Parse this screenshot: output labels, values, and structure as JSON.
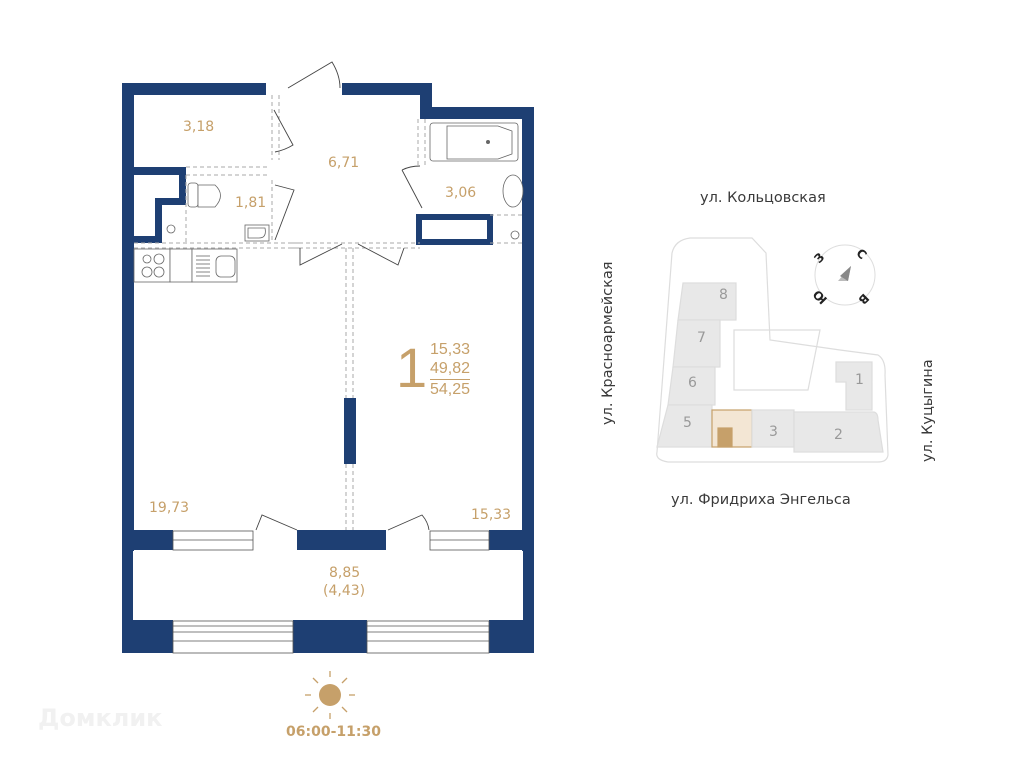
{
  "floor_plan": {
    "rooms": [
      {
        "id": "storage",
        "area": "3,18"
      },
      {
        "id": "hallway",
        "area": "6,71"
      },
      {
        "id": "toilet",
        "area": "1,81"
      },
      {
        "id": "bathroom",
        "area": "3,06"
      },
      {
        "id": "kitchen-living",
        "area": "19,73"
      },
      {
        "id": "bedroom",
        "area": "15,33"
      },
      {
        "id": "balcony",
        "area": "8,85",
        "reduced_area": "(4,43)"
      }
    ],
    "summary": {
      "rooms_count": "1",
      "living_area": "15,33",
      "total_area_without_balcony": "49,82",
      "total_area": "54,25"
    },
    "insolation": {
      "time": "06:00-11:30"
    },
    "colors": {
      "wall": "#1E3F73",
      "accent": "#C6A06A",
      "building_fill": "#E8E8E8",
      "highlight": "#F3E6D4"
    }
  },
  "site_map": {
    "streets": {
      "north": "ул. Кольцовская",
      "west": "ул. Красноармейская",
      "east": "ул. Куцыгина",
      "south": "ул. Фридриха Энгельса"
    },
    "buildings": [
      "1",
      "2",
      "3",
      "5",
      "6",
      "7",
      "8"
    ],
    "compass": {
      "west": "З",
      "north": "С",
      "south": "Ю",
      "east": "В"
    }
  },
  "watermark": "Домклик"
}
